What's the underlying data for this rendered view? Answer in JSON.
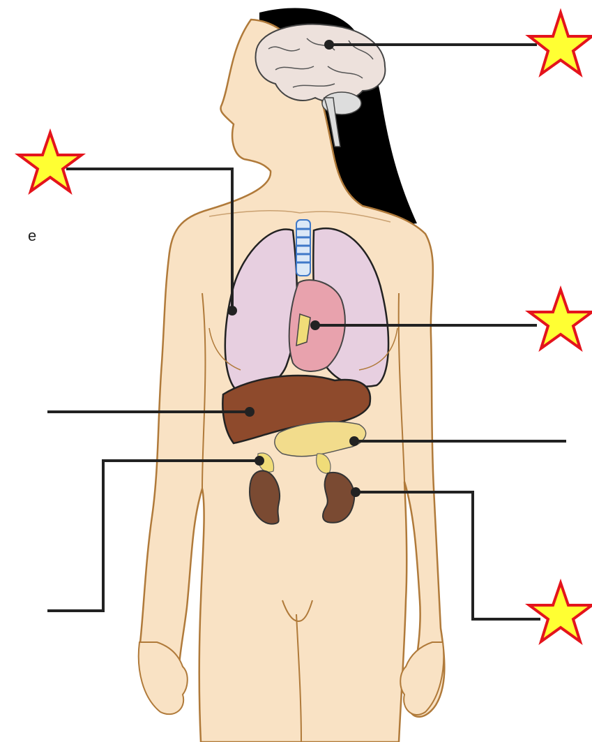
{
  "figure": {
    "title": "",
    "stray_text": "e",
    "colors": {
      "skin": "#f9e2c4",
      "outline": "#b07a3a",
      "hair": "#000000",
      "brain": "#ede1dc",
      "lungs": "#e7cfe0",
      "trachea": "#3f78c8",
      "heart": "#e8a2ad",
      "liver": "#8e4a2c",
      "pancreas": "#f2dc8c",
      "kidney": "#7a4a32",
      "adrenal": "#f0dc78",
      "leader_line": "#222222",
      "star_fill": "#ffff33",
      "star_stroke": "#e4141c"
    },
    "organs": [
      "brain",
      "lungs",
      "heart",
      "liver",
      "pancreas",
      "adrenal-gland",
      "kidney"
    ],
    "callouts": [
      {
        "organ": "brain",
        "marker": "star"
      },
      {
        "organ": "lungs",
        "marker": "star"
      },
      {
        "organ": "heart",
        "marker": "star"
      },
      {
        "organ": "liver",
        "marker": "none"
      },
      {
        "organ": "pancreas",
        "marker": "none"
      },
      {
        "organ": "adrenal-gland",
        "marker": "none"
      },
      {
        "organ": "kidney",
        "marker": "star"
      }
    ]
  }
}
